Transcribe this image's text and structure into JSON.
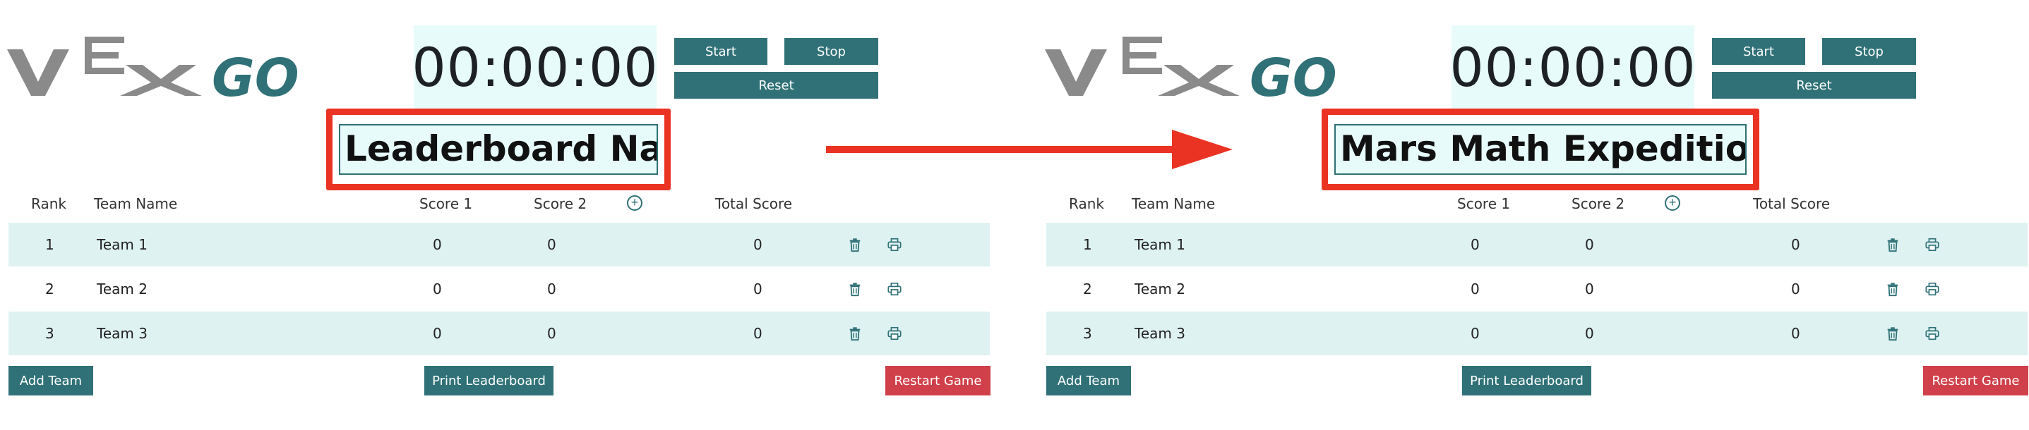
{
  "logo": {
    "text_vex": "VEX",
    "text_go": "GO"
  },
  "colors": {
    "teal": "#2f7176",
    "light_teal": "#dff2f2",
    "timer_bg": "#e8fbfb",
    "red": "#ea3323",
    "restart_red": "#d0404a"
  },
  "timer": {
    "value": "00:00:00",
    "start_label": "Start",
    "stop_label": "Stop",
    "reset_label": "Reset"
  },
  "before": {
    "leaderboard_name": "Leaderboard Nam"
  },
  "after": {
    "leaderboard_name": "Mars Math Expedition"
  },
  "table": {
    "headers": {
      "rank": "Rank",
      "team": "Team Name",
      "score1": "Score 1",
      "score2": "Score 2",
      "total": "Total Score"
    },
    "rows": [
      {
        "rank": "1",
        "team": "Team 1",
        "score1": "0",
        "score2": "0",
        "total": "0"
      },
      {
        "rank": "2",
        "team": "Team 2",
        "score1": "0",
        "score2": "0",
        "total": "0"
      },
      {
        "rank": "3",
        "team": "Team 3",
        "score1": "0",
        "score2": "0",
        "total": "0"
      }
    ]
  },
  "buttons": {
    "add_team": "Add Team",
    "print": "Print Leaderboard",
    "restart": "Restart Game"
  },
  "icons": [
    "add-column-icon",
    "trash-icon",
    "printer-icon",
    "arrow-right-icon"
  ]
}
